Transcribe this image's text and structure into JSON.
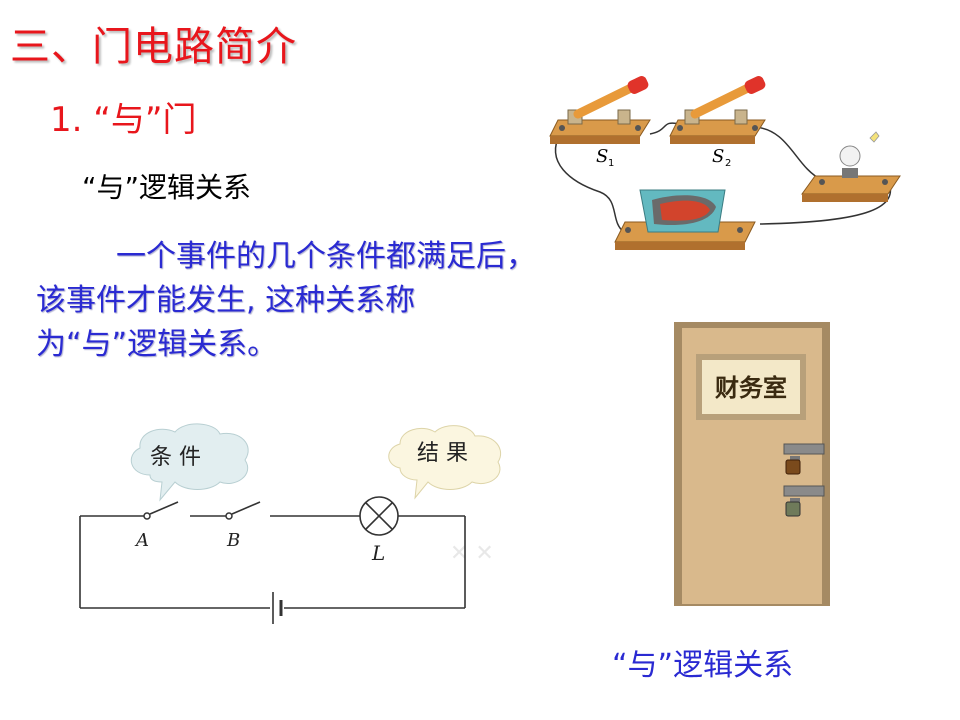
{
  "slide": {
    "title": "三、门电路简介",
    "subtitle": "1. “与”门",
    "heading": "“与”逻辑关系",
    "paragraph": "一个事件的几个条件都满足后，该事件才能发生, 这种关系称为“与”逻辑关系。",
    "caption": "“与”逻辑关系"
  },
  "switch_photo": {
    "switch1_label": "S",
    "switch1_sub": "1",
    "switch2_label": "S",
    "switch2_sub": "2"
  },
  "circuit_diagram": {
    "bubble_left": "条 件",
    "bubble_right": "结 果",
    "switch_a": "A",
    "switch_b": "B",
    "lamp": "L",
    "line_color": "#333333",
    "bubble_fill": "#e2eef0"
  },
  "door": {
    "sign": "财务室",
    "door_color": "#d9b98c",
    "frame_color": "#a58a63"
  },
  "colors": {
    "title": "#e8161c",
    "body_text": "#2a2ad2"
  }
}
